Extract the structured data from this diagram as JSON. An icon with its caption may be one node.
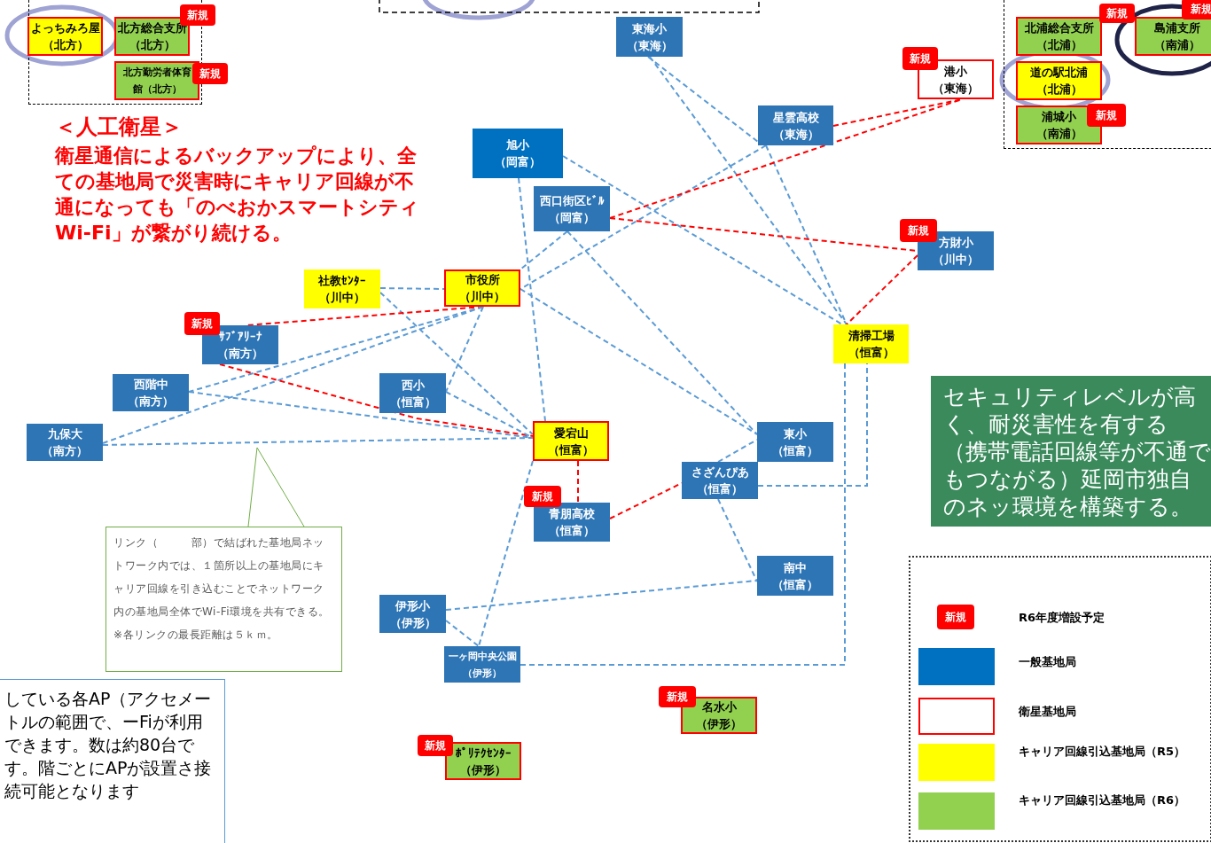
{
  "diagram": {
    "nodes": [
      {
        "text": [],
        "shape": "box"
      },
      {
        "text": [
          "よっちみろ屋",
          "（北方）"
        ],
        "in": 0
      },
      {
        "text": [
          "北方総合支所",
          "（北方）"
        ],
        "in": 0,
        "beside": [
          "新規"
        ]
      },
      {
        "text": [
          "北方勤労者体育館（北方）"
        ],
        "in": 0,
        "beside": [
          "新規"
        ]
      },
      {
        "text": [],
        "shape": "box"
      },
      {
        "text": [
          "北浦総合支所",
          "（北浦）"
        ],
        "in": 4,
        "beside": [
          "新規"
        ]
      },
      {
        "text": [
          "島浦支所",
          "（南浦）"
        ],
        "in": 4,
        "beside": [
          "新規"
        ]
      },
      {
        "text": [
          "道の駅北浦",
          "（北浦）"
        ],
        "in": 4
      },
      {
        "text": [
          "浦城小",
          "（南浦）"
        ],
        "in": 4,
        "beside": [
          "新規"
        ]
      },
      {
        "text": [
          "東海小",
          "（東海）"
        ]
      },
      {
        "text": [
          "港小",
          "（東海）"
        ],
        "beside": [
          "新規"
        ]
      },
      {
        "text": [
          "星雲高校",
          "（東海）"
        ]
      },
      {
        "text": [
          "旭小",
          "（岡富）"
        ]
      },
      {
        "text": [
          "西口街区ﾋﾞﾙ",
          "（岡富）"
        ]
      },
      {
        "text": [
          "方財小",
          "（川中）"
        ],
        "beside": [
          "新規"
        ]
      },
      {
        "text": [
          "社教ｾﾝﾀｰ",
          "（川中）"
        ]
      },
      {
        "text": [
          "市役所",
          "（川中）"
        ]
      },
      {
        "text": [
          "清掃工場",
          "（恒富）"
        ]
      },
      {
        "text": [
          "ｻﾌﾞｱﾘｰﾅ",
          "（南方）"
        ],
        "beside": [
          "新規"
        ]
      },
      {
        "text": [
          "西階中",
          "（南方）"
        ]
      },
      {
        "text": [
          "西小",
          "（恒富）"
        ]
      },
      {
        "text": [
          "九保大",
          "（南方）"
        ]
      },
      {
        "text": [
          "愛宕山",
          "（恒富）"
        ]
      },
      {
        "text": [
          "東小",
          "（恒富）"
        ]
      },
      {
        "text": [
          "さざんぴあ",
          "（恒富）"
        ]
      },
      {
        "text": [
          "青朋高校",
          "（恒富）"
        ],
        "beside": [
          "新規"
        ]
      },
      {
        "text": [
          "南中",
          "（恒富）"
        ]
      },
      {
        "text": [
          "伊形小",
          "（伊形）"
        ]
      },
      {
        "text": [
          "一ヶ岡中央公園（伊形）"
        ]
      },
      {
        "text": [
          "名水小",
          "（伊形）"
        ],
        "beside": [
          "新規"
        ]
      },
      {
        "text": [
          "ﾎﾟﾘﾃｸｾﾝﾀｰ",
          "（伊形）"
        ],
        "beside": [
          "新規"
        ]
      },
      {
        "text": [
          "リンク（　　　部）で結ばれた基地局ネットワーク内では、１箇所以上の基地局にキャリア回線を引き込むことでネットワーク内の基地局全体でWi-Fi環境を共有できる。",
          "※各リンクの最長距離は５ｋｍ。"
        ]
      },
      {
        "text": [
          "している各AP（アクセメートルの範囲で、ーFiが利用できます。数は約80台です。階ごとにAPが設置さ接続可能となります"
        ]
      },
      {
        "text": [
          "セキュリティレベルが高く、耐災害性を有する（携帯電話回線等が不通でもつながる）延岡市独自のネッ環境を構築する。"
        ]
      }
    ],
    "edges": [
      {
        "from": 9,
        "to": 11,
        "arrow": "none",
        "style": "dashed"
      },
      {
        "from": 9,
        "to": 17,
        "arrow": "none",
        "style": "dashed"
      },
      {
        "from": 11,
        "to": 17,
        "arrow": "none",
        "style": "dashed"
      },
      {
        "from": 11,
        "to": 16,
        "arrow": "none",
        "style": "dashed"
      },
      {
        "from": 11,
        "to": 10,
        "arrow": "none",
        "style": "dashed",
        "color": "#ff0000"
      },
      {
        "from": 13,
        "to": 10,
        "arrow": "none",
        "style": "dashed",
        "color": "#ff0000"
      },
      {
        "from": 13,
        "to": 14,
        "arrow": "none",
        "style": "dashed",
        "color": "#ff0000"
      },
      {
        "from": 14,
        "to": 17,
        "arrow": "none",
        "style": "dashed",
        "color": "#ff0000"
      },
      {
        "from": 12,
        "to": 17,
        "arrow": "none",
        "style": "dashed"
      },
      {
        "from": 12,
        "to": 22,
        "arrow": "none",
        "style": "dashed"
      },
      {
        "from": 13,
        "to": 16,
        "arrow": "none",
        "style": "dashed"
      },
      {
        "from": 13,
        "to": 23,
        "arrow": "none",
        "style": "dashed"
      },
      {
        "from": 15,
        "to": 16,
        "arrow": "none",
        "style": "dashed"
      },
      {
        "from": 15,
        "to": 22,
        "arrow": "none",
        "style": "dashed"
      },
      {
        "from": 16,
        "to": 23,
        "arrow": "none",
        "style": "dashed"
      },
      {
        "from": 16,
        "to": 18,
        "arrow": "none",
        "style": "dashed",
        "color": "#ff0000"
      },
      {
        "from": 16,
        "to": 19,
        "arrow": "none",
        "style": "dashed"
      },
      {
        "from": 16,
        "to": 21,
        "arrow": "none",
        "style": "dashed"
      },
      {
        "from": 16,
        "to": 20,
        "arrow": "none",
        "style": "dashed"
      },
      {
        "from": 18,
        "to": 22,
        "arrow": "none",
        "style": "dashed",
        "color": "#ff0000"
      },
      {
        "from": 19,
        "to": 22,
        "arrow": "none",
        "style": "dashed"
      },
      {
        "from": 20,
        "to": 22,
        "arrow": "none",
        "style": "dashed"
      },
      {
        "from": 21,
        "to": 22,
        "arrow": "none",
        "style": "dashed"
      },
      {
        "from": 22,
        "to": 25,
        "arrow": "none",
        "style": "dashed",
        "color": "#ff0000"
      },
      {
        "from": 25,
        "to": 24,
        "arrow": "none",
        "style": "dashed",
        "color": "#ff0000"
      },
      {
        "from": 24,
        "to": 23,
        "arrow": "none",
        "style": "dashed"
      },
      {
        "from": 24,
        "to": 26,
        "arrow": "none",
        "style": "dashed"
      },
      {
        "from": 24,
        "to": 17,
        "arrow": "none",
        "style": "dashed"
      },
      {
        "from": 22,
        "to": 28,
        "arrow": "none",
        "style": "dashed"
      },
      {
        "from": 27,
        "to": 28,
        "arrow": "none",
        "style": "dashed"
      },
      {
        "from": 27,
        "to": 26,
        "arrow": "none",
        "style": "dashed"
      },
      {
        "from": 28,
        "to": 17,
        "arrow": "none",
        "style": "dashed"
      },
      {
        "from": 31,
        "to": null,
        "arrow": "none",
        "color": "#70ad47"
      }
    ],
    "labels": [
      "＜人工衛星＞",
      "衛星通信によるバックアップにより、全ての基地局で災害時にキャリア回線が不通になっても「のべおかスマートシティWi-Fi」が繋がり続ける。",
      "新規"
    ],
    "legend": [
      {
        "text": "R6年度増設予定"
      },
      {
        "text": "一般基地局",
        "color": "#0070c0"
      },
      {
        "text": "衛星基地局"
      },
      {
        "text": "キャリア回線引込基地局（R5）",
        "color": "#ffff00"
      },
      {
        "text": "キャリア回線引込基地局（R6）",
        "color": "#92d050"
      }
    ]
  }
}
